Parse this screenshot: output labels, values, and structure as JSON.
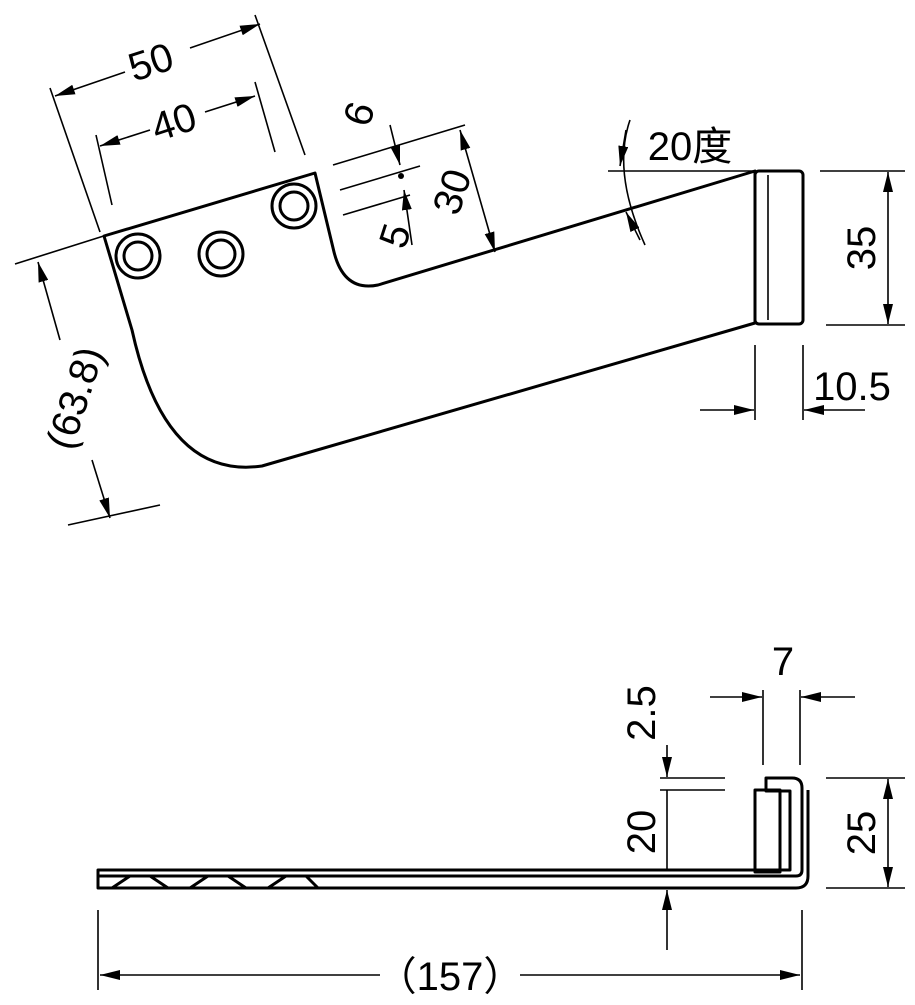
{
  "drawing": {
    "top_view": {
      "dim_50": "50",
      "dim_40": "40",
      "dim_6": "6",
      "dim_5": "5",
      "dim_30": "30",
      "angle": "20度",
      "dim_35": "35",
      "dim_10_5": "10.5",
      "dim_63_8": "(63.8)"
    },
    "side_view": {
      "dim_7": "7",
      "dim_2_5": "2.5",
      "dim_20": "20",
      "dim_25": "25",
      "dim_157": "（157）"
    }
  }
}
